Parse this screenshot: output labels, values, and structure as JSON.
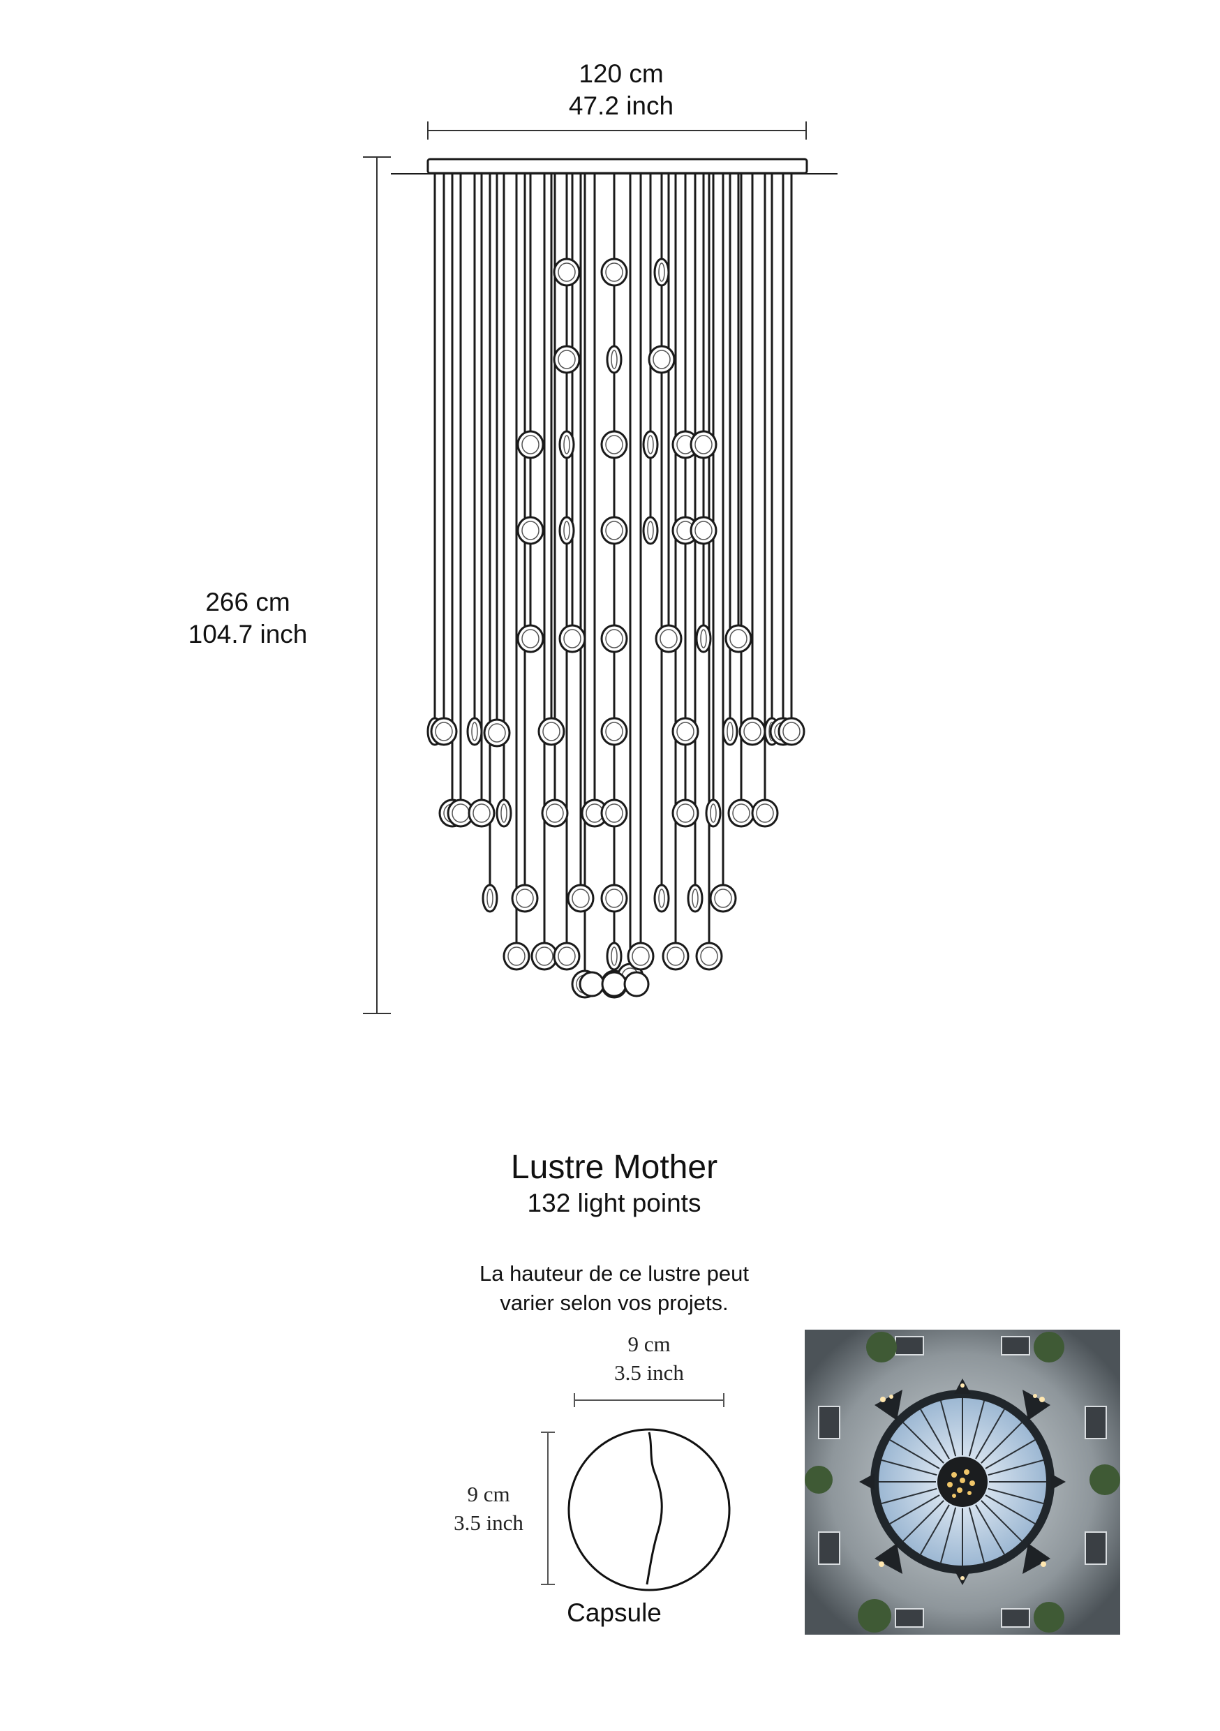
{
  "chandelier": {
    "width_cm": "120 cm",
    "width_inch": "47.2 inch",
    "height_cm": "266 cm",
    "height_inch": "104.7 inch"
  },
  "product": {
    "name": "Lustre Mother",
    "light_points": "132 light points",
    "note_line1": "La hauteur de ce lustre peut",
    "note_line2": "varier selon vos projets."
  },
  "capsule": {
    "width_cm": "9 cm",
    "width_inch": "3.5 inch",
    "height_cm": "9 cm",
    "height_inch": "3.5 inch",
    "label": "Capsule"
  },
  "photo": {
    "icon": "atrium-chandelier-photo"
  },
  "colors": {
    "line": "#1a1a1a",
    "photo_sky": "#b8cde0",
    "photo_stone": "#8a8f93"
  }
}
